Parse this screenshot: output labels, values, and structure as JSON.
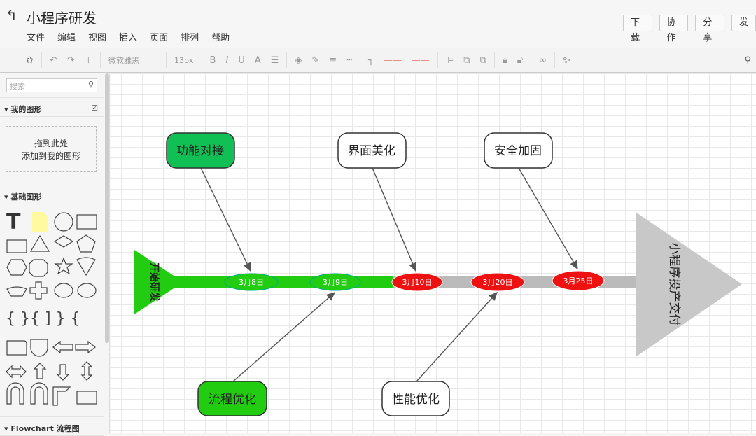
{
  "header": {
    "title": "小程序研发",
    "menu": [
      "文件",
      "编辑",
      "视图",
      "插入",
      "页面",
      "排列",
      "帮助"
    ],
    "buttons": [
      "下载",
      "协作",
      "分享",
      "发"
    ]
  },
  "toolbar": {
    "font": "微软雅黑",
    "size": "13px",
    "bold": "B",
    "italic": "I",
    "underline": "U",
    "color": "A"
  },
  "sidebar": {
    "search_placeholder": "搜索",
    "my_shapes": "我的图形",
    "drop_line1": "拖到此处",
    "drop_line2": "添加到我的图形",
    "basic_shapes": "基础图形",
    "flowchart": "Flowchart 流程图"
  },
  "diagram": {
    "start": "开始研发",
    "end": "小程序投产交付",
    "milestones": [
      "3月8日",
      "3月9日",
      "3月10日",
      "3月20日",
      "3月25日"
    ],
    "tasks": [
      "功能对接",
      "界面美化",
      "安全加固",
      "流程优化",
      "性能优化"
    ],
    "colors": {
      "green": "#22cc11",
      "red": "#ee1111",
      "gray": "#bbbbbb",
      "task_green": "#11c055"
    }
  }
}
